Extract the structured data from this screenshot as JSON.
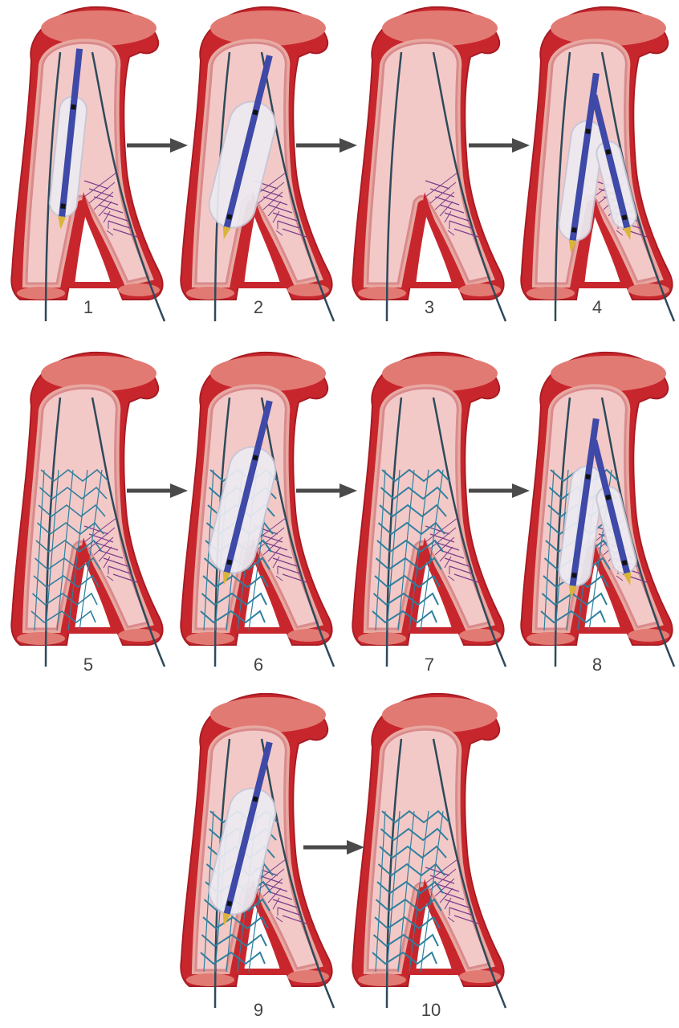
{
  "steps": [
    {
      "label": "1",
      "device": "balloon-main"
    },
    {
      "label": "2",
      "device": "balloon-main-inflated"
    },
    {
      "label": "3",
      "device": "wires-only"
    },
    {
      "label": "4",
      "device": "kissing-balloons"
    },
    {
      "label": "5",
      "device": "main-stent"
    },
    {
      "label": "6",
      "device": "main-stent-balloon"
    },
    {
      "label": "7",
      "device": "main-stent-expanded"
    },
    {
      "label": "8",
      "device": "stent-kissing-balloons"
    },
    {
      "label": "9",
      "device": "main-stent-balloon"
    },
    {
      "label": "10",
      "device": "final-stent"
    }
  ],
  "colors": {
    "vessel_wall": "#c8262d",
    "vessel_wall_dark": "#a81c23",
    "intima": "#f1c6c4",
    "lumen": "#f3c9c7",
    "adventitia": "#f7d6cf",
    "wire": "#2e4a5b",
    "catheter": "#3e49a8",
    "balloon": "#ecebf2",
    "stent_main": "#2f7f9e",
    "stent_side": "#7a3d8c",
    "tip": "#d9b43a",
    "arrow": "#4a4a4a",
    "label": "#444444"
  }
}
